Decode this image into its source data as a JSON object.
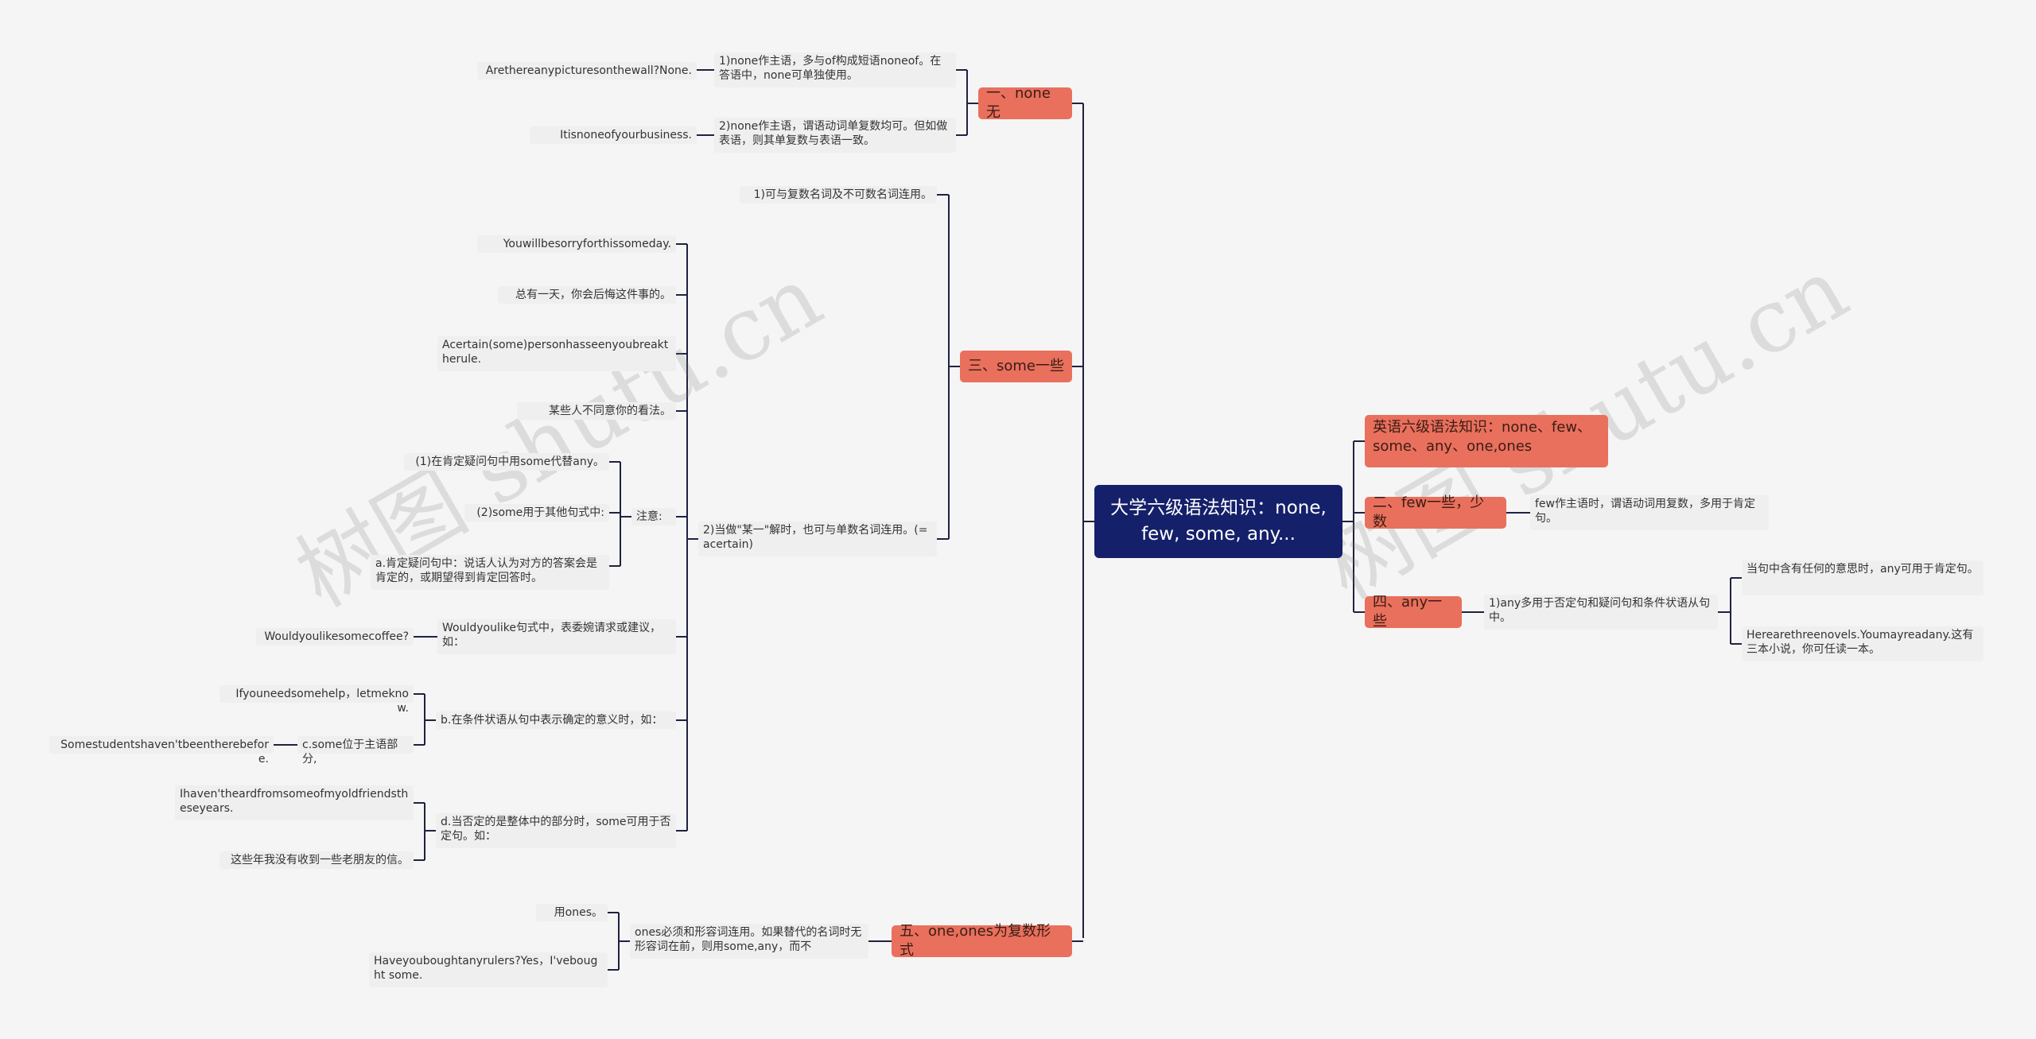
{
  "root": "大学六级语法知识：none, few, some, any...",
  "branches": {
    "none": "一、none无",
    "some": "三、some一些",
    "ones": "五、one,ones为复数形式",
    "title": "英语六级语法知识：none、few、some、any、one,ones",
    "few": "二、few一些，少数",
    "any": "四、any一些"
  },
  "none": {
    "p1": "1)none作主语，多与of构成短语noneof。在答语中，none可单独使用。",
    "p1_ex": "Arethereanypicturesonthewall?None.",
    "p2": "2)none作主语，谓语动词单复数均可。但如做表语，则其单复数与表语一致。",
    "p2_ex": "Itisnoneofyourbusiness."
  },
  "some": {
    "p1": "1)可与复数名词及不可数名词连用。",
    "p2": "2)当做\"某一\"解时，也可与单数名词连用。(=acertain)",
    "ex1": "Youwillbesorryforthissomeday.",
    "ex2": "总有一天，你会后悔这件事的。",
    "ex3": "Acertain(some)personhasseenyoubreaktherule.",
    "ex4": "某些人不同意你的看法。",
    "note": "注意:",
    "note1": "(1)在肯定疑问句中用some代替any。",
    "note2": "(2)some用于其他句式中:",
    "note3": "a.肯定疑问句中：说话人认为对方的答案会是肯定的，或期望得到肯定回答时。",
    "would": "Wouldyoulike句式中，表委婉请求或建议，如：",
    "would_ex": "Wouldyoulikesomecoffee?",
    "b": "b.在条件状语从句中表示确定的意义时，如：",
    "b_ex": "Ifyouneedsomehelp，letmeknow.",
    "c": "c.some位于主语部分,",
    "c_ex": "Somestudentshaven'tbeentherebefore.",
    "d": "d.当否定的是整体中的部分时，some可用于否定句。如：",
    "d_ex1": "Ihaven'theardfromsomeofmyoldfriendstheseyears.",
    "d_ex2": "这些年我没有收到一些老朋友的信。"
  },
  "ones": {
    "p1": "ones必须和形容词连用。如果替代的名词时无形容词在前，则用some,any，而不",
    "ex1": "用ones。",
    "ex2": "Haveyouboughtanyrulers?Yes，I'vebought some."
  },
  "few": {
    "p1": "few作主语时，谓语动词用复数，多用于肯定句。"
  },
  "any": {
    "p1": "1)any多用于否定句和疑问句和条件状语从句中。",
    "p1_a": "当句中含有任何的意思时，any可用于肯定句。",
    "p1_b": "Herearethreenovels.Youmayreadany.这有三本小说，你可任读一本。"
  },
  "watermark": "树图 shutu.cn",
  "colors": {
    "root": "#15206a",
    "branch": "#e9705d",
    "line": "#1f2240",
    "leaf": "#efefef"
  }
}
